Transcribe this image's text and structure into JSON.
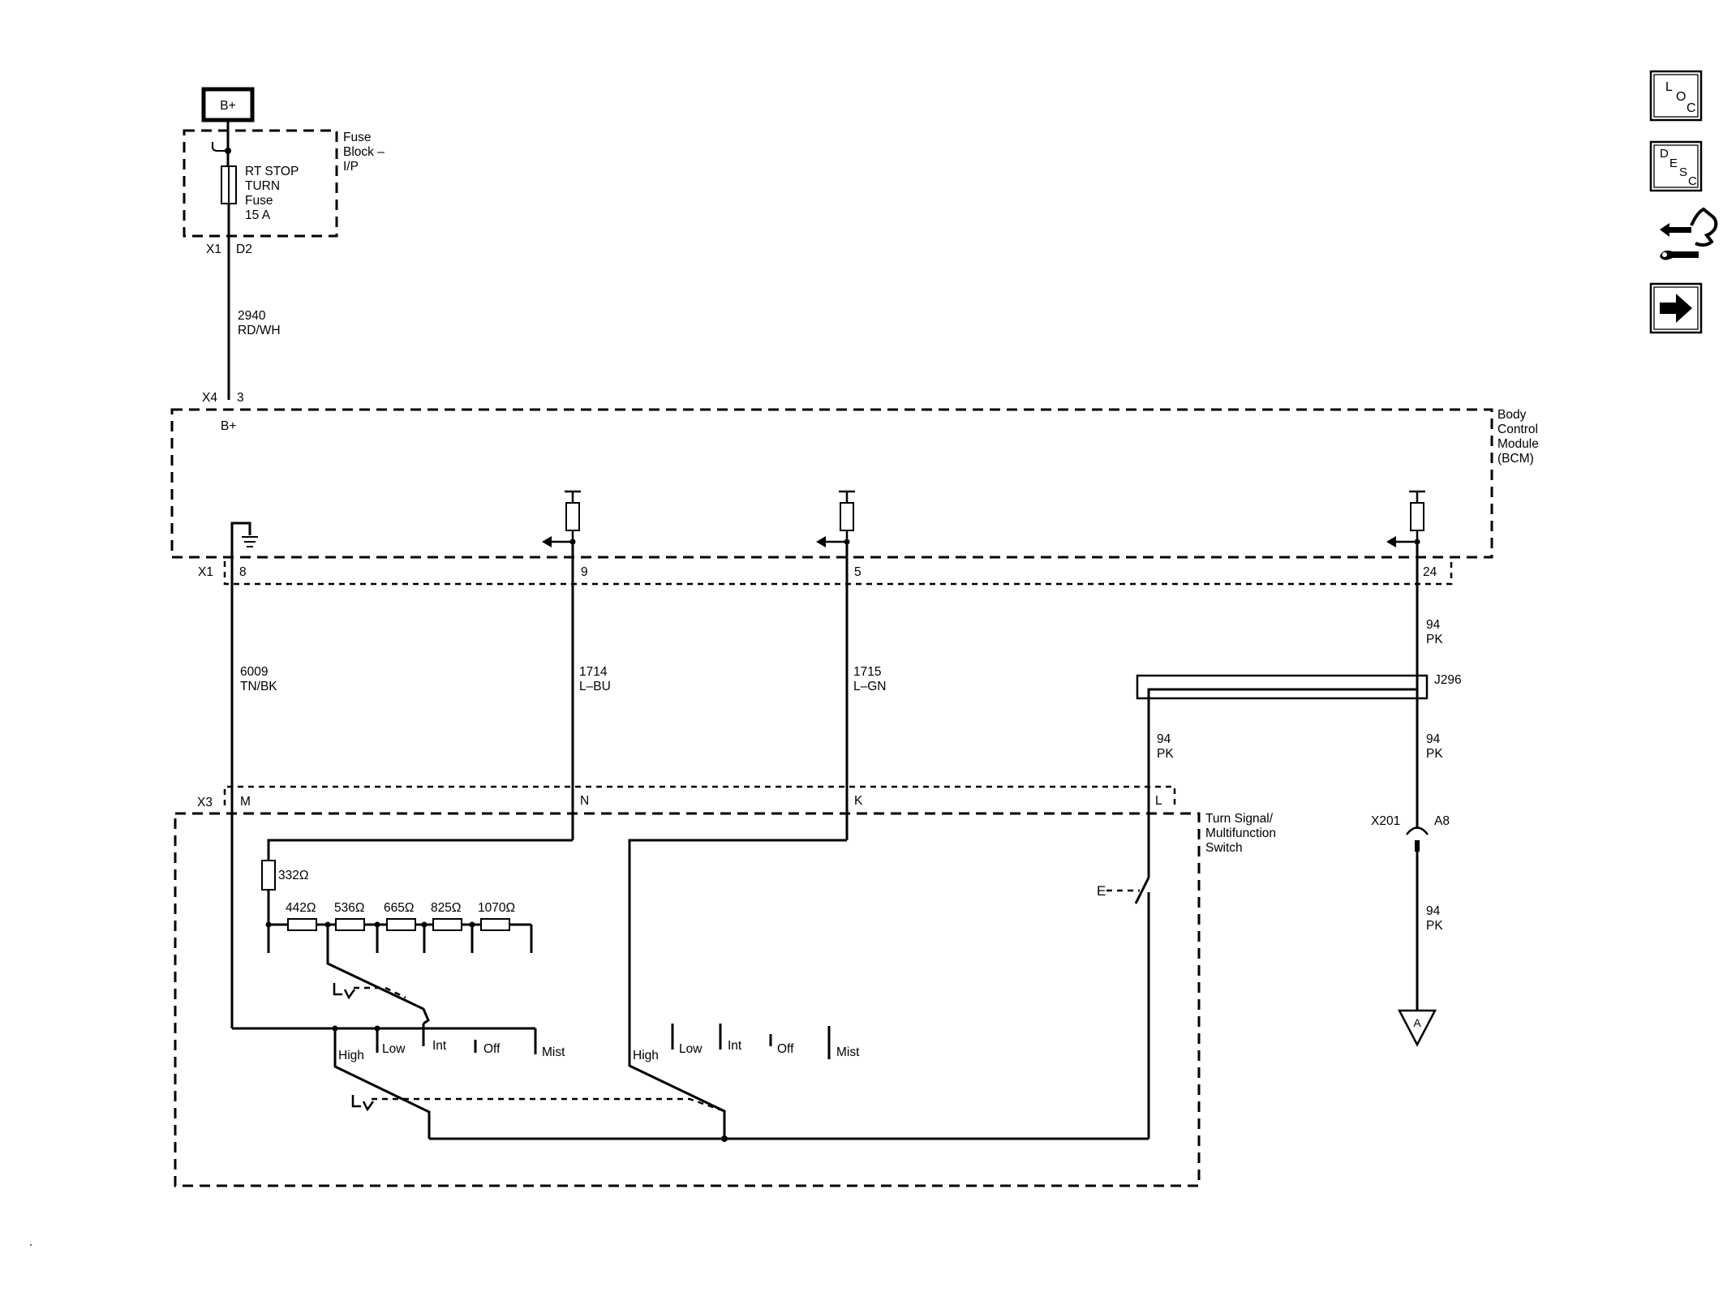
{
  "bplus_box": "B+",
  "fuse_block": {
    "lines": [
      "Fuse",
      "Block –",
      "I/P"
    ]
  },
  "fuse": {
    "lines": [
      "RT STOP",
      "TURN",
      "Fuse",
      "15 A"
    ]
  },
  "fuse_conn": {
    "conn": "X1",
    "pin": "D2"
  },
  "wire_2940": {
    "circuit": "2940",
    "color": "RD/WH"
  },
  "bcm_conn_top": {
    "conn": "X4",
    "pin": "3"
  },
  "bcm_bplus": "B+",
  "bcm": {
    "lines": [
      "Body",
      "Control",
      "Module",
      "(BCM)"
    ]
  },
  "bcm_x1": {
    "conn": "X1",
    "pins": [
      "8",
      "9",
      "5",
      "24"
    ]
  },
  "wire_6009": {
    "circuit": "6009",
    "color": "TN/BK"
  },
  "wire_1714": {
    "circuit": "1714",
    "color": "L–BU"
  },
  "wire_1715": {
    "circuit": "1715",
    "color": "L–GN"
  },
  "wire_94_a": {
    "circuit": "94",
    "color": "PK"
  },
  "wire_94_b": {
    "circuit": "94",
    "color": "PK"
  },
  "wire_94_c": {
    "circuit": "94",
    "color": "PK"
  },
  "wire_94_d": {
    "circuit": "94",
    "color": "PK"
  },
  "splice": "J296",
  "inline_conn": {
    "conn": "X201",
    "pin": "A8"
  },
  "switch_conn": {
    "conn": "X3",
    "pins": [
      "M",
      "N",
      "K",
      "L"
    ]
  },
  "switch": {
    "lines": [
      "Turn Signal/",
      "Multifunction",
      "Switch"
    ]
  },
  "resistors": [
    "332Ω",
    "442Ω",
    "536Ω",
    "665Ω",
    "825Ω",
    "1070Ω"
  ],
  "wiper_positions_1": [
    "High",
    "Low",
    "Int",
    "Off",
    "Mist"
  ],
  "wiper_positions_2": [
    "High",
    "Low",
    "Int",
    "Off",
    "Mist"
  ],
  "washer_switch_label": "E",
  "ground_ref": "A",
  "nav": {
    "loc": [
      "L",
      "O",
      "C"
    ],
    "desc": [
      "D",
      "E",
      "S",
      "C"
    ]
  }
}
